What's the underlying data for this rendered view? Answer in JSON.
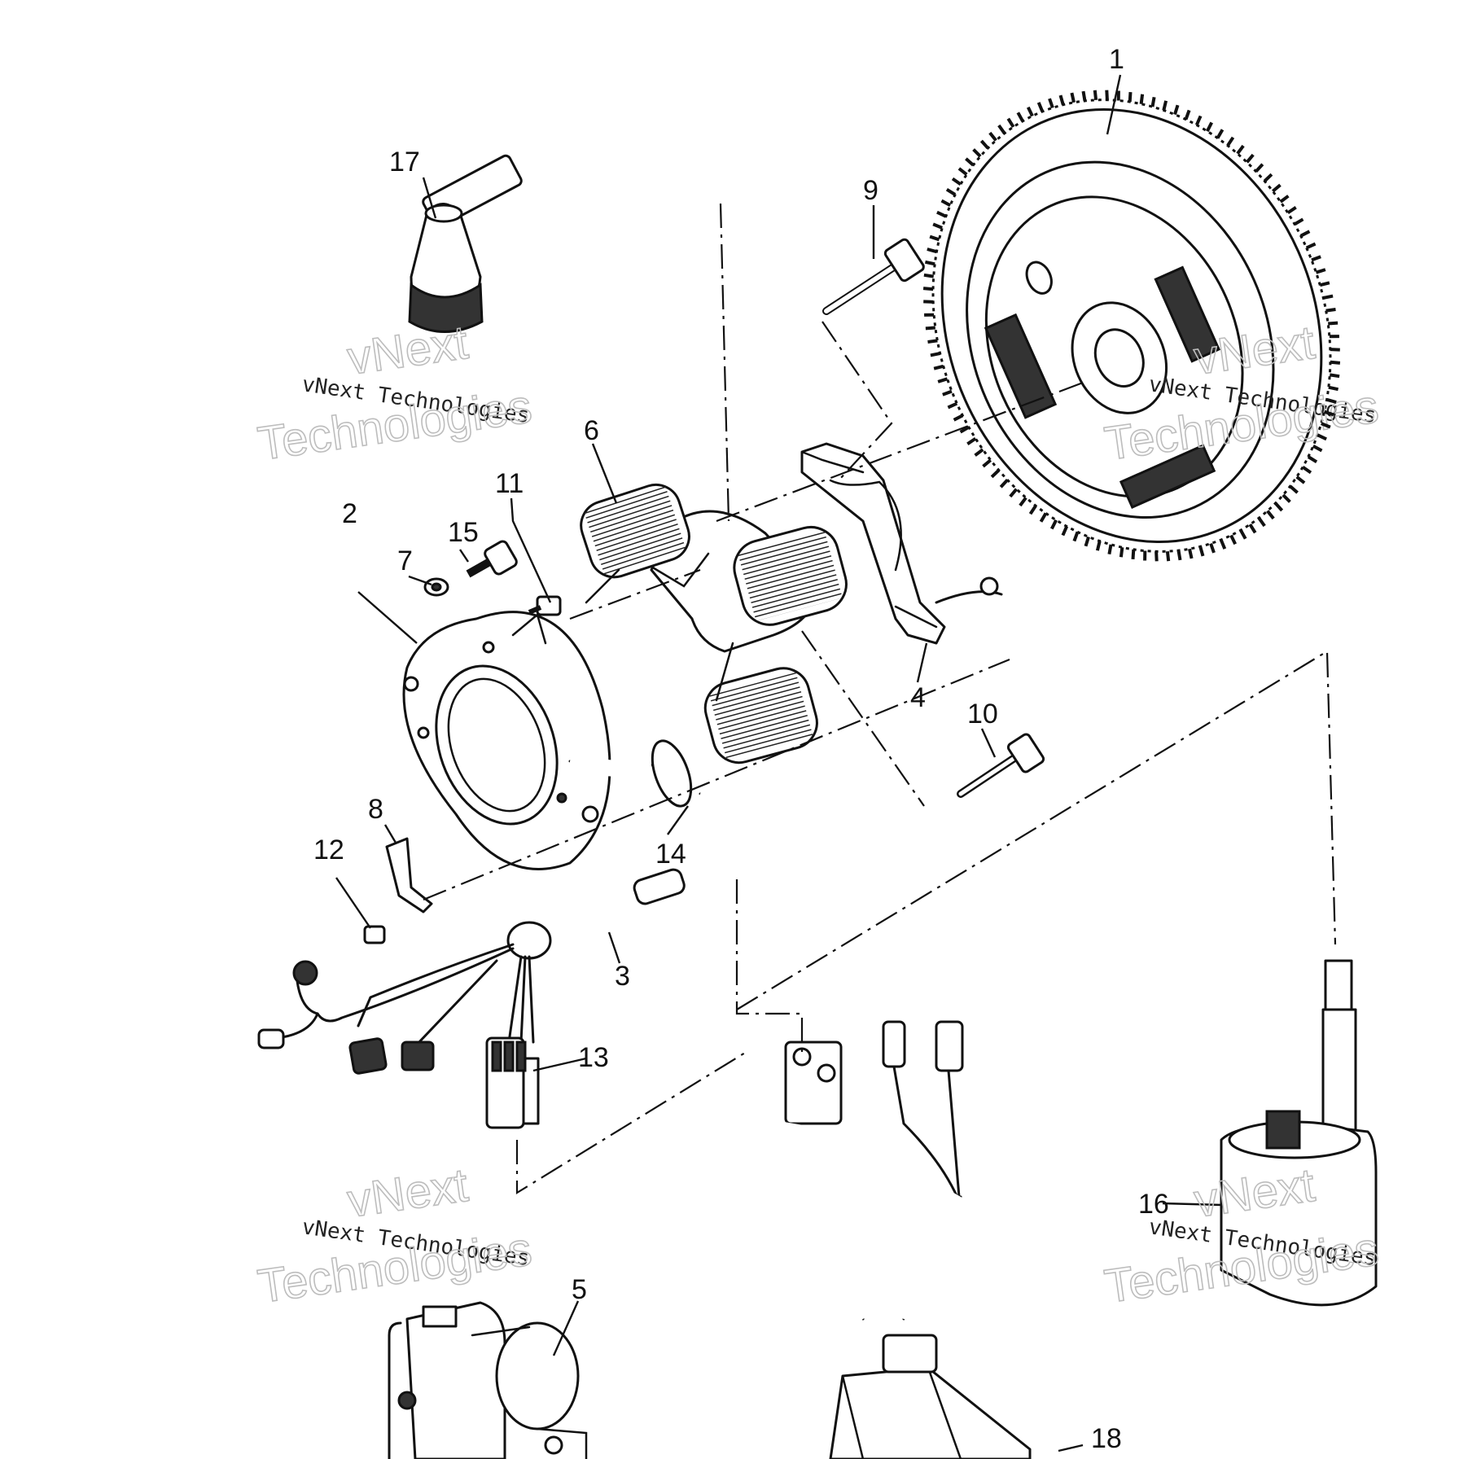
{
  "callouts": {
    "n1": "1",
    "n2": "2",
    "n3": "3",
    "n4": "4",
    "n5": "5",
    "n6": "6",
    "n7": "7",
    "n8": "8",
    "n9": "9",
    "n10": "10",
    "n11": "11",
    "n12": "12",
    "n13": "13",
    "n14": "14",
    "n15": "15",
    "n16": "16",
    "n17": "17",
    "n18": "18"
  },
  "watermark": {
    "brand": "vNext",
    "full": "vNext Technologies",
    "word": "Technologies"
  }
}
